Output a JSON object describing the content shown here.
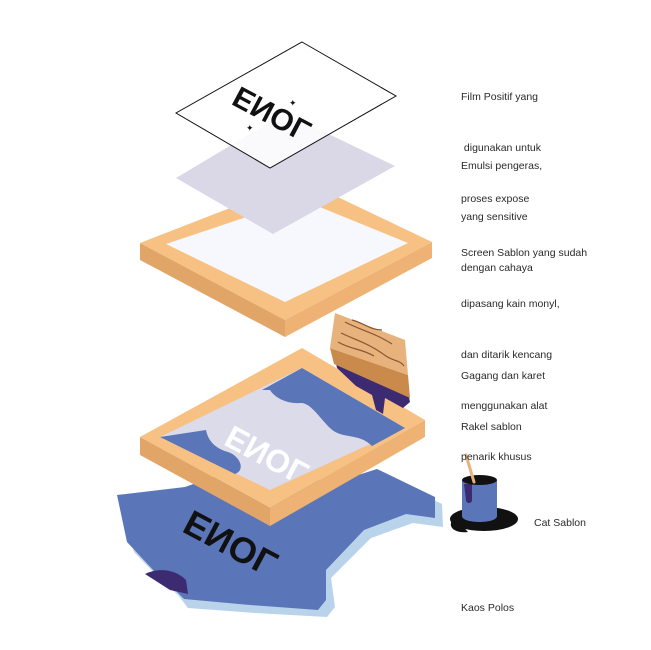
{
  "logo_text": "ENOL",
  "labels": {
    "film": [
      "Film Positif yang",
      " digunakan untuk",
      "proses expose"
    ],
    "emulsion": [
      "Emulsi pengeras,",
      "yang sensitive",
      "dengan cahaya"
    ],
    "screen": [
      "Screen Sablon yang sudah",
      "dipasang kain monyl,",
      "dan ditarik kencang",
      "menggunakan alat",
      "penarik khusus"
    ],
    "squeegee": [
      "Gagang dan karet",
      "Rakel sablon"
    ],
    "ink": [
      "Cat Sablon"
    ],
    "shirt": [
      "Kaos Polos"
    ]
  },
  "colors": {
    "frame": "#f7c183",
    "frame_shade": "#e2a568",
    "emulsion": "#dad7e6",
    "blue_ink": "#5b75b9",
    "shirt": "#5b75b9",
    "shirt_shadow": "#b9d3ea",
    "dark_purple": "#3d2b72",
    "wood": "#e7b27c",
    "black": "#111111"
  }
}
